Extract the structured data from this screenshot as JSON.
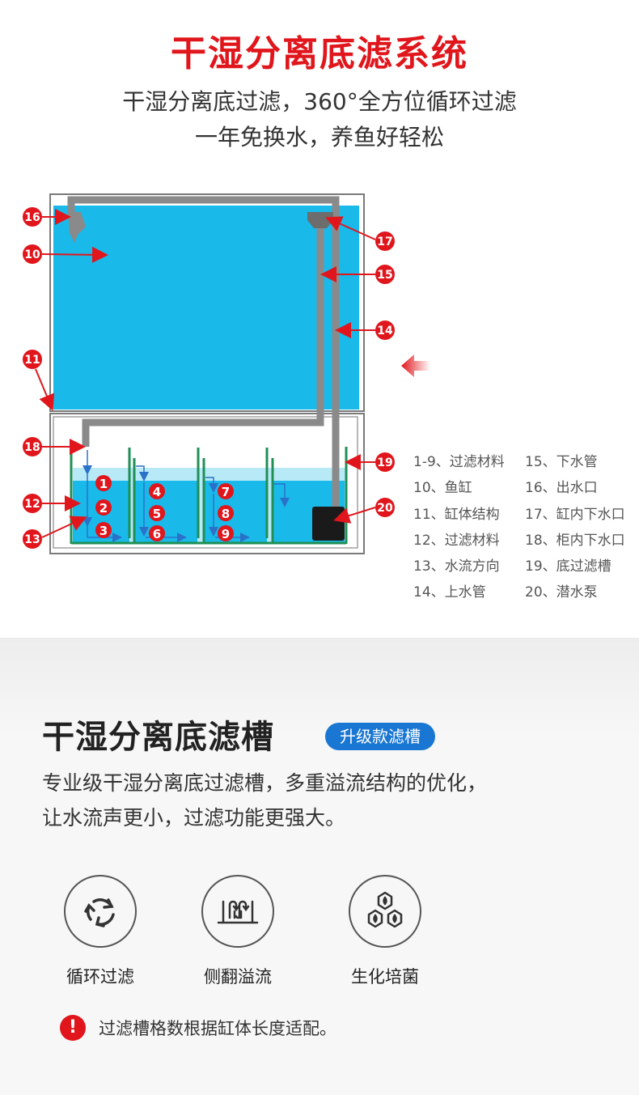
{
  "header": {
    "title": "干湿分离底滤系统",
    "subtitle_line1": "干湿分离底过滤，360°全方位循环过滤",
    "subtitle_line2": "一年免换水，养鱼好轻松"
  },
  "diagram": {
    "callouts": [
      "16",
      "10",
      "11",
      "18",
      "12",
      "13",
      "17",
      "15",
      "14",
      "19",
      "20"
    ],
    "stage_numbers": [
      "1",
      "2",
      "3",
      "4",
      "5",
      "6",
      "7",
      "8",
      "9"
    ],
    "colors": {
      "water": "#19b9ea",
      "pipe": "#8a8a8a",
      "frame": "#7a7a7a",
      "partition": "#1f8f55",
      "callout": "#e0161c",
      "flow_arrow": "#2a72c9"
    }
  },
  "legend": [
    [
      "1-9、过滤材料",
      "15、下水管"
    ],
    [
      "10、鱼缸",
      "16、出水口"
    ],
    [
      "11、缸体结构",
      "17、缸内下水口"
    ],
    [
      "12、过滤材料",
      "18、柜内下水口"
    ],
    [
      "13、水流方向",
      "19、底过滤槽"
    ],
    [
      "14、上水管",
      "20、潜水泵"
    ]
  ],
  "section": {
    "title": "干湿分离底滤槽",
    "badge": "升级款滤槽",
    "desc_line1": "专业级干湿分离底过滤槽，多重溢流结构的优化，",
    "desc_line2": "让水流声更小，过滤功能更强大。"
  },
  "features": [
    {
      "icon": "recycle-icon",
      "label": "循环过滤"
    },
    {
      "icon": "overflow-icon",
      "label": "侧翻溢流"
    },
    {
      "icon": "bacteria-hex-icon",
      "label": "生化培菌"
    }
  ],
  "notice": {
    "icon": "exclamation-icon",
    "text": "过滤槽格数根据缸体长度适配。"
  }
}
